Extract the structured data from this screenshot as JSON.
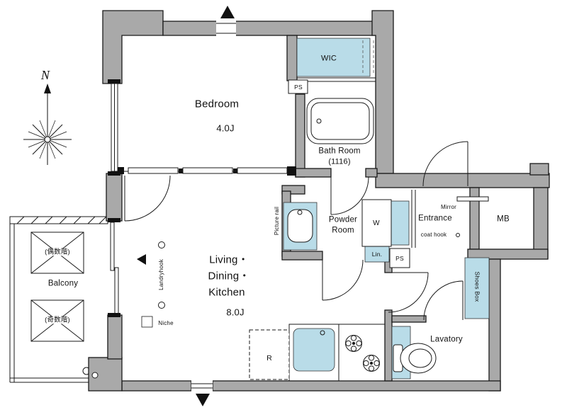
{
  "palette": {
    "wall_gray": "#a9a9a9",
    "outline": "#1a1a1a",
    "water_blue": "#b9dce8"
  },
  "compass": {
    "north": "N"
  },
  "rooms": {
    "bedroom": {
      "name": "Bedroom",
      "size": "4.0J"
    },
    "living": {
      "line1": "Living・",
      "line2": "Dining・",
      "line3": "Kitchen",
      "size": "8.0J"
    },
    "wic": {
      "name": "WIC"
    },
    "bath": {
      "name": "Bath Room",
      "size": "(1116)"
    },
    "powder": {
      "line1": "Powder",
      "line2": "Room"
    },
    "entrance": {
      "name": "Entrance"
    },
    "lavatory": {
      "name": "Lavatory"
    },
    "balcony": {
      "name": "Balcony",
      "upper_box": "(偶数階)",
      "lower_box": "(奇数階)"
    },
    "meter_box": {
      "name": "MB"
    }
  },
  "fixtures": {
    "ps_upper": "PS",
    "ps_lower": "PS",
    "washer": "W",
    "linen": "Lin.",
    "shoes_box": "Shoes Box",
    "refrigerator": "R",
    "niche": "Niche",
    "laundry_hook": "Landryhook",
    "picture_rail": "Picture rail",
    "mirror": "Mirror",
    "coat_hook": "coat hook"
  }
}
